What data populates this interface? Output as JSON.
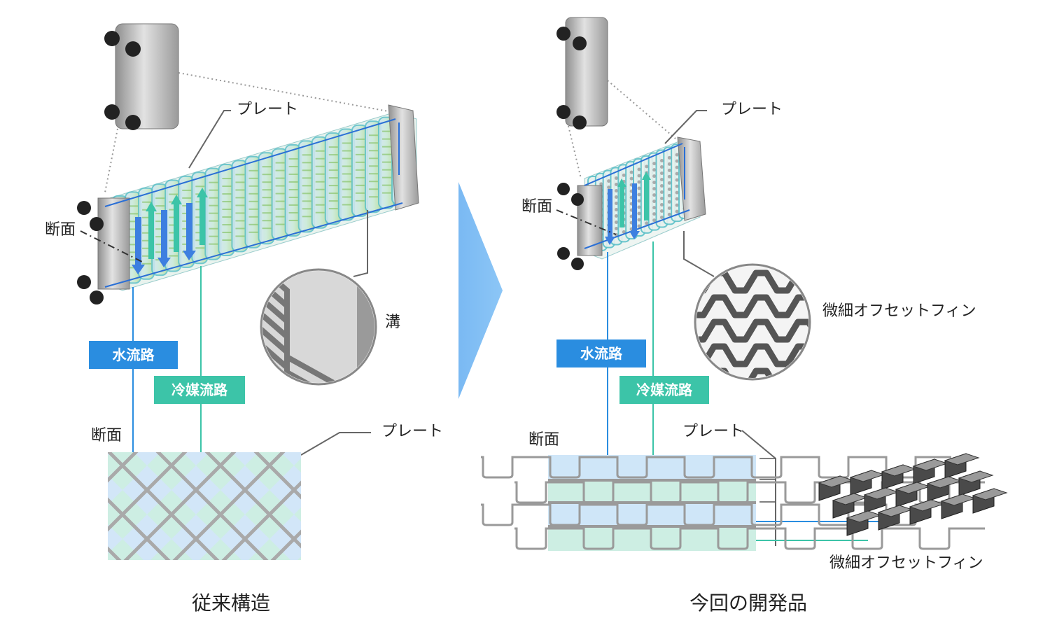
{
  "left": {
    "plate_label": "プレート",
    "section_label": "断面",
    "groove_label": "溝",
    "water_channel": "水流路",
    "refrigerant_channel": "冷媒流路",
    "cross_section_label": "断面",
    "cross_plate_label": "プレート",
    "caption": "従来構造"
  },
  "right": {
    "plate_label": "プレート",
    "section_label": "断面",
    "fin_label": "微細オフセットフィン",
    "water_channel": "水流路",
    "refrigerant_channel": "冷媒流路",
    "cross_section_label": "断面",
    "cross_plate_label": "プレート",
    "fin_label_2": "微細オフセットフィン",
    "caption": "今回の開発品"
  },
  "colors": {
    "water_blue": "#2a8de0",
    "refrigerant_green": "#3cc4a8",
    "arrow_blue": "#7fb9f0"
  }
}
